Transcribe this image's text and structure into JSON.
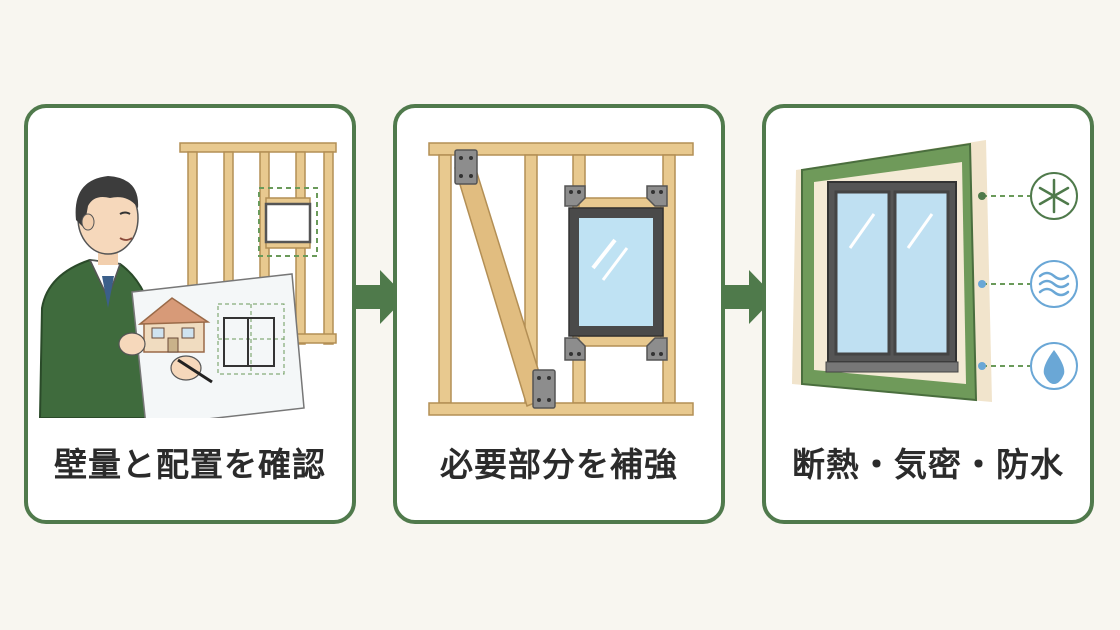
{
  "steps": [
    {
      "label": "壁量と配置を確認"
    },
    {
      "label": "必要部分を補強"
    },
    {
      "label": "断熱・気密・防水"
    }
  ],
  "colors": {
    "border": "#507a4c",
    "arrow": "#4f7a4b",
    "timber": "#e8c98f",
    "suit": "#3f6b3d",
    "icon_blue": "#6aa7d6"
  },
  "icons": [
    "snowflake-icon",
    "wind-wave-icon",
    "water-drop-icon"
  ]
}
